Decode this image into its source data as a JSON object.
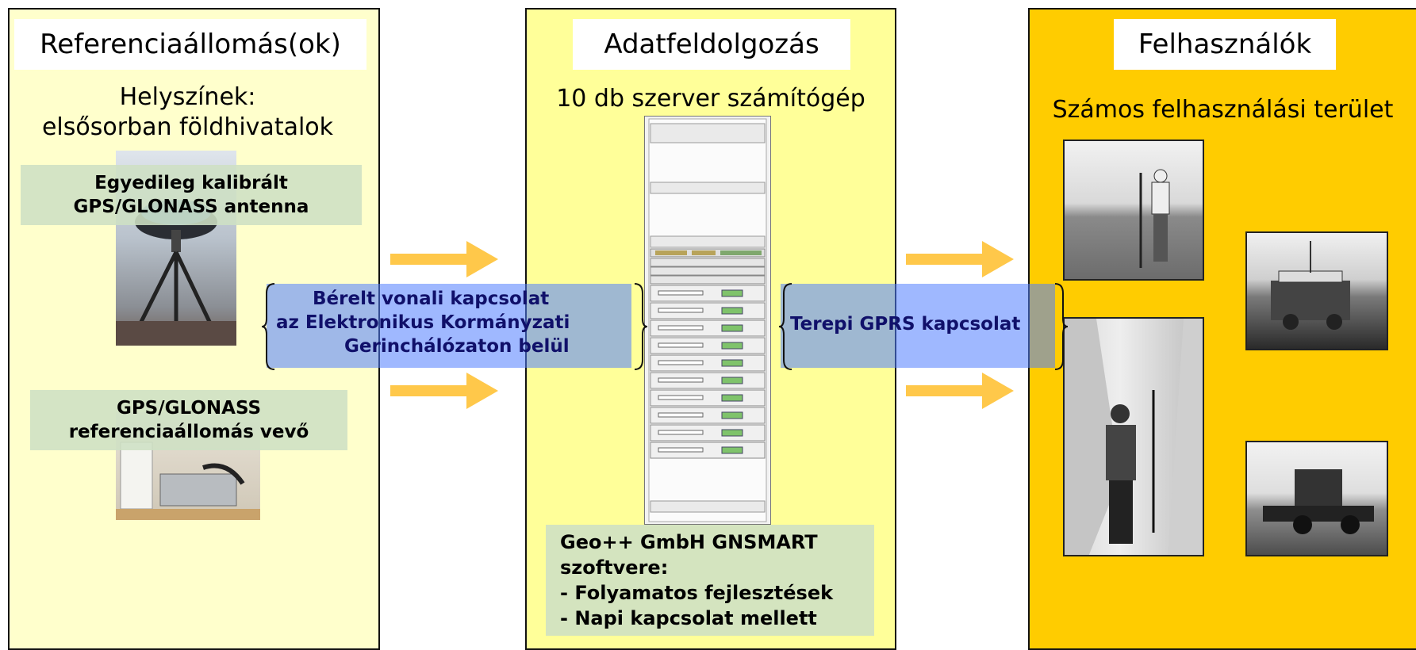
{
  "panels": {
    "reference": {
      "title": "Referenciaállomás(ok)",
      "subtitle_line1": "Helyszínek:",
      "subtitle_line2": "elsősorban földhivatalok",
      "antenna_box_line1": "Egyedileg kalibrált",
      "antenna_box_line2": "GPS/GLONASS antenna",
      "receiver_box_line1": "GPS/GLONASS",
      "receiver_box_line2": "referenciaállomás vevő"
    },
    "processing": {
      "title": "Adatfeldolgozás",
      "subtitle": "10 db szerver számítógép",
      "software_line1": "Geo++ GmbH GNSMART",
      "software_line2": "szoftvere:",
      "software_line3": "- Folyamatos fejlesztések",
      "software_line4": "- Napi kapcsolat mellett"
    },
    "users": {
      "title": "Felhasználók",
      "subtitle": "Számos felhasználási terület"
    }
  },
  "connections": {
    "leased_line_1": "Bérelt vonali kapcsolat",
    "leased_line_2": "az Elektronikus Kormányzati",
    "leased_line_3": "Gerinchálózaton belül",
    "gprs": "Terepi GPRS kapcsolat"
  },
  "colors": {
    "panel_reference": "#ffffcc",
    "panel_processing": "#ffff99",
    "panel_users": "#ffcc00",
    "arrow": "#ffc84a",
    "band": "#507dff",
    "green_box": "#cee0c4"
  }
}
